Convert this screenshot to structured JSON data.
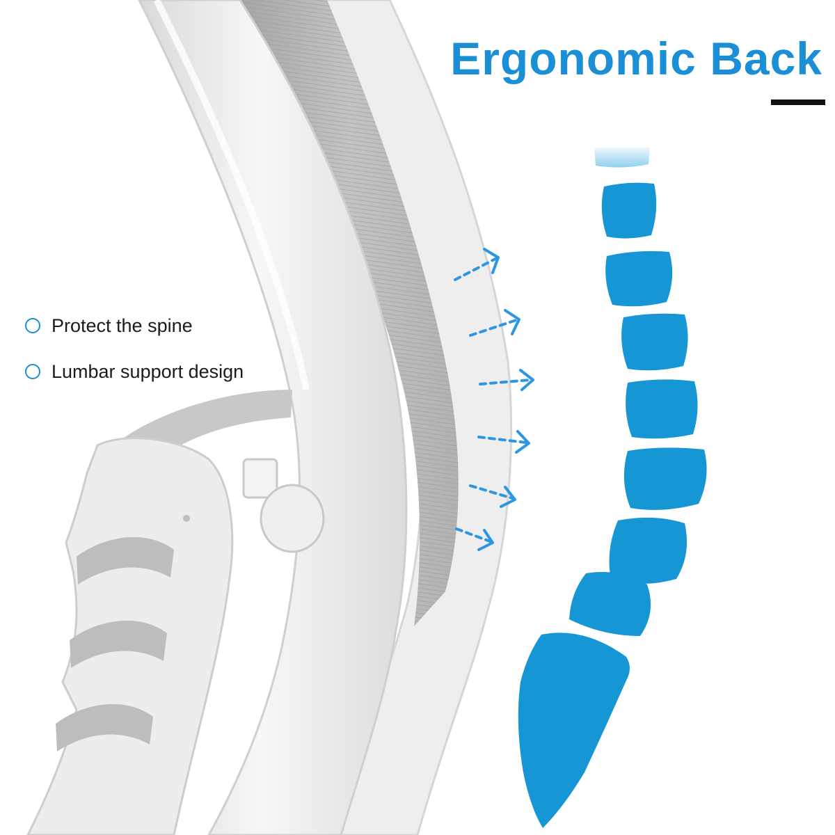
{
  "headline": "Ergonomic Back",
  "features": [
    {
      "label": "Protect the spine",
      "icon": "circle-bullet-icon"
    },
    {
      "label": "Lumbar support design",
      "icon": "circle-bullet-icon"
    }
  ],
  "colors": {
    "accent": "#1a8fd6",
    "spine": "#1796d6",
    "rule": "#111111",
    "chair_frame": "#ececec",
    "mesh": "#b9b9b9"
  },
  "illustration": {
    "chair": "chair-backrest-image",
    "spine": "spine-icon",
    "arrows": "pressure-arrow-icon",
    "arrow_count": 6,
    "vertebra_count": 8
  }
}
